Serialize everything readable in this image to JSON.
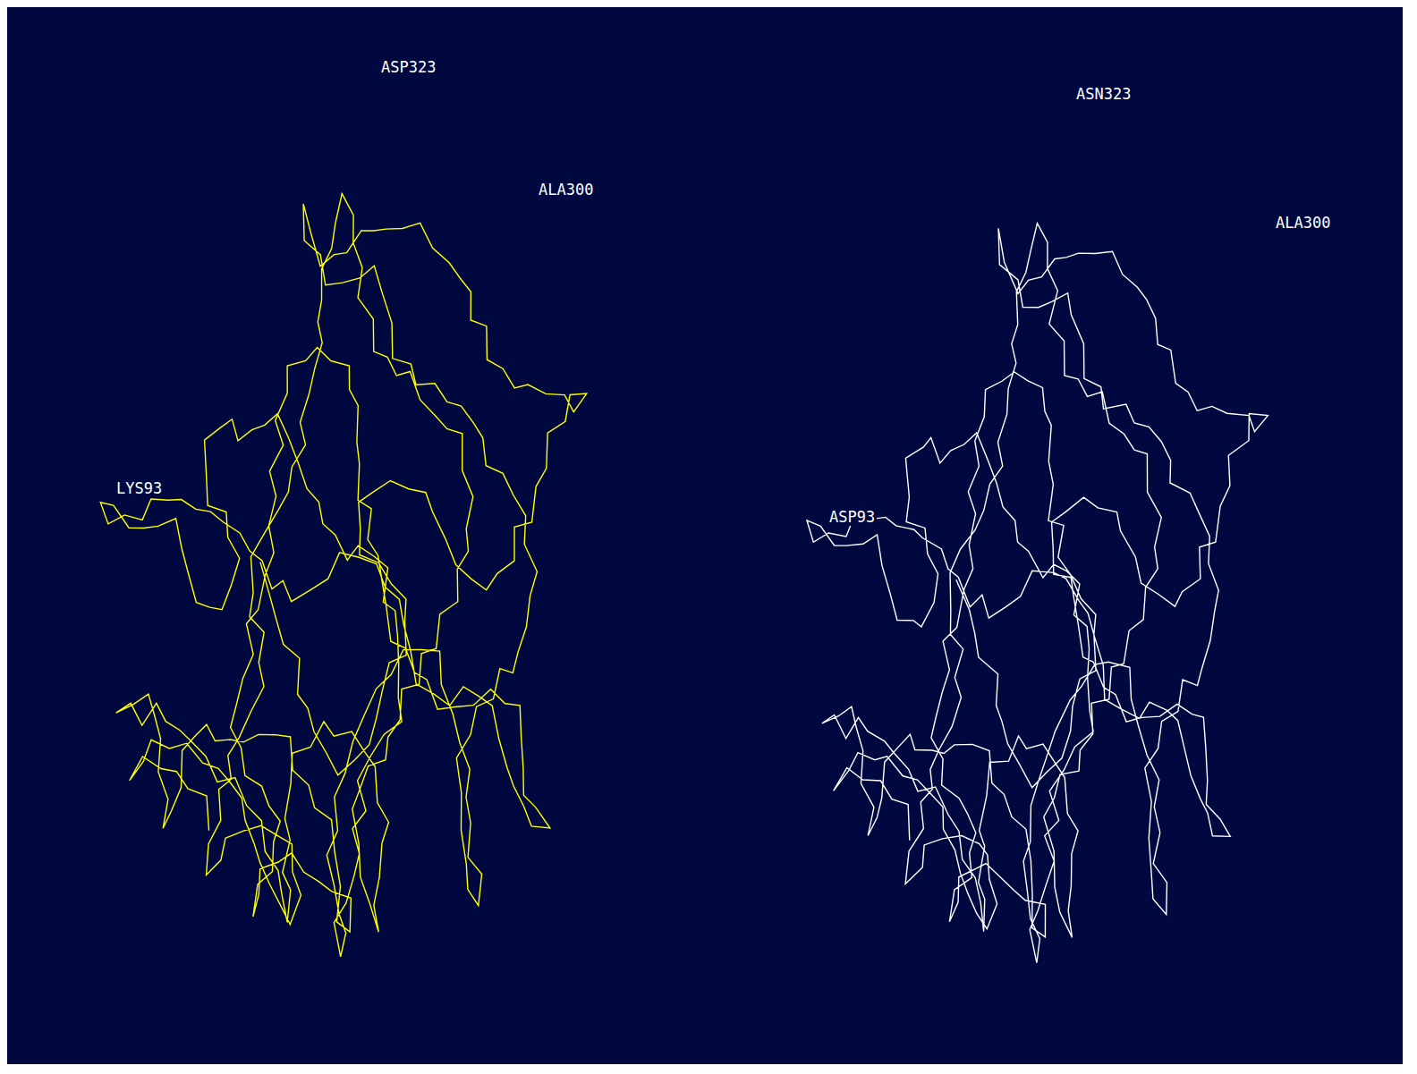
{
  "diagram": {
    "labels": [
      "ASP323",
      "ALA300",
      "LYS93",
      "ASN323",
      "ALA300",
      "ASP93"
    ]
  }
}
